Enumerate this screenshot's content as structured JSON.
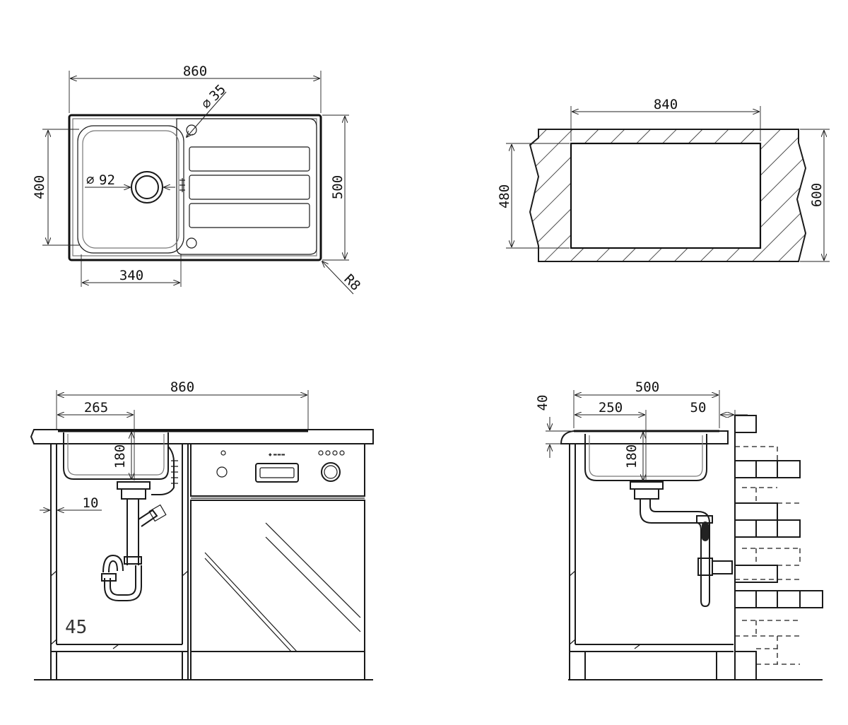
{
  "top_view": {
    "overall_width": "860",
    "tap_hole": "35",
    "bowl_depth": "400",
    "overall_depth": "500",
    "drain": "92",
    "bowl_width": "340",
    "corner_radius": "R8"
  },
  "cutout": {
    "width": "840",
    "depth": "480",
    "worktop_depth": "600"
  },
  "front_view": {
    "overall_width": "860",
    "bowl_offset": "265",
    "bowl_depth": "180",
    "panel_gap": "10",
    "panel_thickness": "45"
  },
  "side_view": {
    "overall_depth": "500",
    "worktop_thickness": "40",
    "drain_offset": "250",
    "rear_gap": "50",
    "bowl_depth": "180"
  }
}
